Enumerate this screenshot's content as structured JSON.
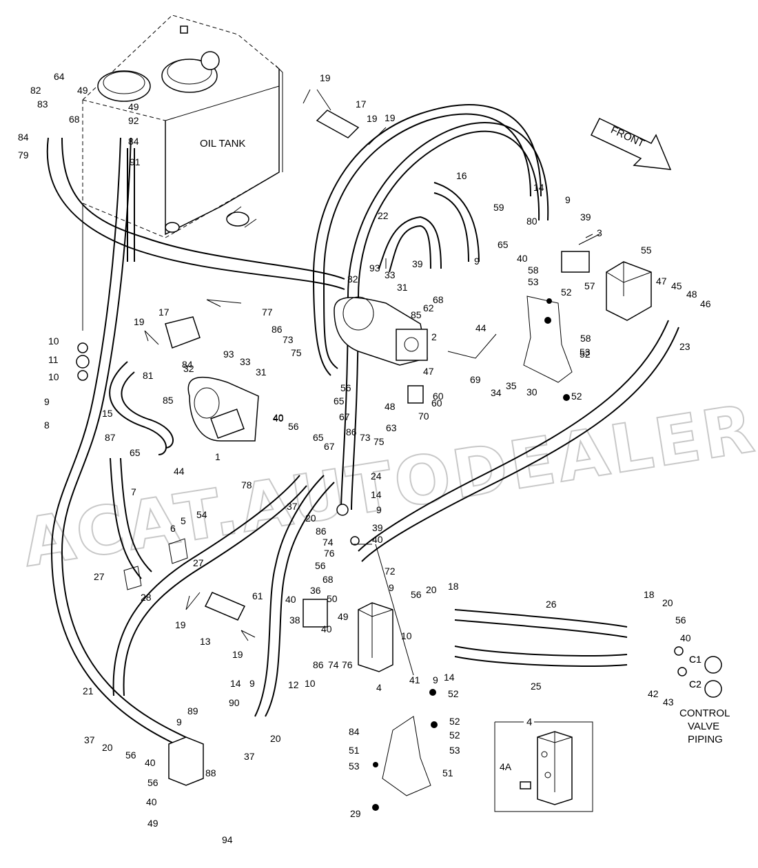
{
  "texts": {
    "oil_tank": "OIL TANK",
    "front": "FRONT",
    "control_valve_1": "CONTROL",
    "control_valve_2": "VALVE",
    "control_valve_3": "PIPING",
    "inset_number": "4",
    "inset_part": "4A",
    "c1": "C1",
    "c2": "C2",
    "watermark": "ACAT.AUTODEALER.RU"
  },
  "labels": [
    "64",
    "82",
    "83",
    "49",
    "84",
    "79",
    "68",
    "49",
    "92",
    "84",
    "91",
    "19",
    "17",
    "19",
    "16",
    "22",
    "14",
    "9",
    "59",
    "39",
    "40",
    "3",
    "55",
    "65",
    "9",
    "80",
    "39",
    "58",
    "53",
    "57",
    "47",
    "45",
    "48",
    "46",
    "93",
    "33",
    "31",
    "32",
    "62",
    "68",
    "85",
    "2",
    "44",
    "52",
    "23",
    "77",
    "86",
    "73",
    "75",
    "84",
    "93",
    "33",
    "32",
    "31",
    "81",
    "85",
    "56",
    "65",
    "67",
    "40",
    "56",
    "47",
    "60",
    "69",
    "60",
    "48",
    "70",
    "63",
    "86",
    "73",
    "75",
    "34",
    "35",
    "30",
    "52",
    "58",
    "53",
    "52",
    "17",
    "19",
    "19",
    "10",
    "11",
    "10",
    "9",
    "8",
    "15",
    "87",
    "65",
    "44",
    "1",
    "65",
    "67",
    "40",
    "24",
    "14",
    "9",
    "7",
    "78",
    "37",
    "20",
    "86",
    "74",
    "76",
    "39",
    "40",
    "5",
    "6",
    "54",
    "27",
    "27",
    "28",
    "56",
    "36",
    "68",
    "50",
    "49",
    "72",
    "9",
    "56",
    "20",
    "18",
    "61",
    "40",
    "38",
    "40",
    "10",
    "26",
    "25",
    "18",
    "20",
    "56",
    "40",
    "C1",
    "C2",
    "19",
    "13",
    "19",
    "14",
    "9",
    "12",
    "10",
    "86",
    "74",
    "76",
    "4",
    "41",
    "9",
    "14",
    "42",
    "43",
    "52",
    "21",
    "89",
    "9",
    "37",
    "20",
    "56",
    "40",
    "90",
    "20",
    "37",
    "56",
    "88",
    "40",
    "49",
    "94",
    "84",
    "51",
    "53",
    "52",
    "52",
    "53",
    "51",
    "29",
    "52"
  ]
}
